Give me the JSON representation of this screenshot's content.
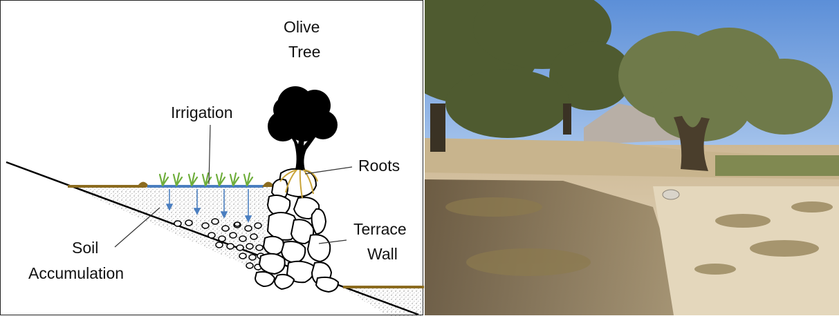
{
  "diagram": {
    "labels": {
      "olive_tree": [
        "Olive",
        "Tree"
      ],
      "irrigation": "Irrigation",
      "roots": "Roots",
      "terrace_wall": [
        "Terrace",
        "Wall"
      ],
      "soil_accumulation": [
        "Soil",
        "Accumulation"
      ]
    },
    "colors": {
      "ground_line": "#8B6B1F",
      "water": "#4A7EC0",
      "plants": "#6FAE3C",
      "arrows": "#4A7EC0",
      "roots": "#C9A43A",
      "tree": "#000000"
    }
  },
  "photo": {
    "icon": "olive-grove-terrace-photo",
    "colors": {
      "sky": "#7FA9E0",
      "soil": "#D8C7A4",
      "foliage": "#5E6B3A"
    }
  }
}
